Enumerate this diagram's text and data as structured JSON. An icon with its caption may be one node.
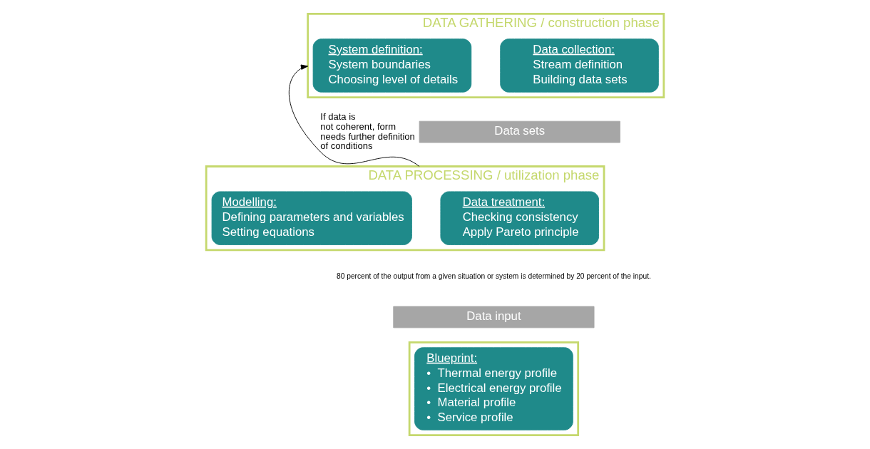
{
  "diagram": {
    "nodes": [
      {
        "text": [
          "DATA GATHERING / construction phase"
        ]
      },
      {
        "text": [
          "System definition:",
          "System boundaries",
          "Choosing level of details"
        ],
        "in": 0
      },
      {
        "text": [
          "Data collection:",
          "Stream definition",
          "Building data sets"
        ],
        "in": 0
      },
      {
        "text": [
          "Data sets"
        ]
      },
      {
        "text": [
          "DATA PROCESSING / utilization phase"
        ]
      },
      {
        "text": [
          "Data treatment:",
          "Checking consistency",
          "Apply Pareto principle"
        ],
        "in": 4
      },
      {
        "text": [
          "Modelling:",
          "Defining parameters and variables",
          "Setting equations"
        ],
        "in": 4
      },
      {
        "text": [
          "Data input"
        ]
      },
      {
        "text": [],
        "shape": "box"
      },
      {
        "text": [
          "Blueprint:",
          "•  Thermal energy profile",
          "•  Electrical energy profile",
          "•  Material profile",
          "•  Service profile"
        ],
        "in": 8
      }
    ],
    "edges": [
      {
        "from": 4,
        "to": 0,
        "arrow": "to",
        "label": "If data is not coherent, form needs further definition of conditions"
      }
    ],
    "labels": [
      "80 percent of the output from a given situation or system is determined by 20 percent of the input."
    ]
  }
}
